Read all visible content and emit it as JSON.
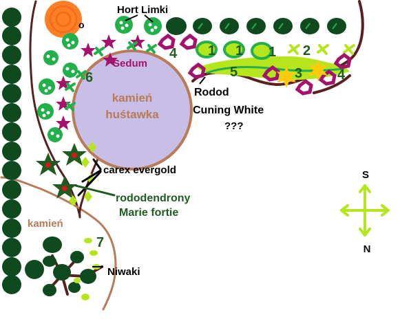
{
  "labels": {
    "hort_limki": "Hort Limki",
    "sedum": "Sedum",
    "stone_line1": "kamień",
    "stone_line2": "huśtawka",
    "rodod": "Rodod",
    "cuning_white": "Cuning White",
    "question": "???",
    "carex": "carex evergold",
    "rododendrony": "rododendrony",
    "marie_fortie": "Marie fortie",
    "kamien_edge": "kamień",
    "niwaki": "Niwaki",
    "partial_o": "o"
  },
  "numbers": {
    "n4_top": "4",
    "n1_a": "1",
    "n1_b": "1",
    "n1_c": "1",
    "n2": "2",
    "n5": "5",
    "n3": "3",
    "n4_right": "4",
    "n6": "6",
    "n7": "7"
  },
  "compass": {
    "south": "S",
    "north": "N"
  },
  "colors": {
    "hedge": "#0e4a1e",
    "shrub_light": "#22b04a",
    "magenta": "#a3126b",
    "lime": "#b5e61d",
    "brown_line": "#5a1f1f",
    "stone_fill": "#c8bfe7",
    "stone_border": "#b97a57",
    "orange": "#ff7f27",
    "gold": "#ffc90e",
    "label_magenta": "#a3126b",
    "label_brown": "#b97a57",
    "label_dark_green": "#1f5c1f",
    "number_green": "#1f5c1f"
  }
}
